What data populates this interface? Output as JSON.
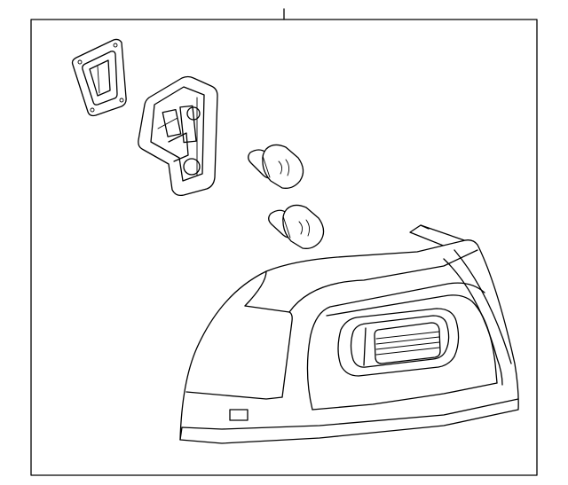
{
  "diagram": {
    "kind": "exploded parts diagram",
    "parts": [
      {
        "id": "gasket",
        "icon": "gasket-icon"
      },
      {
        "id": "bulb-socket-carrier",
        "icon": "socket-carrier-icon"
      },
      {
        "id": "bulb-upper",
        "icon": "bulb-icon"
      },
      {
        "id": "bulb-lower",
        "icon": "bulb-icon"
      },
      {
        "id": "tail-lamp-assembly",
        "icon": "tail-lamp-icon"
      }
    ],
    "colors": {
      "line": "#000000",
      "background": "#ffffff"
    }
  }
}
